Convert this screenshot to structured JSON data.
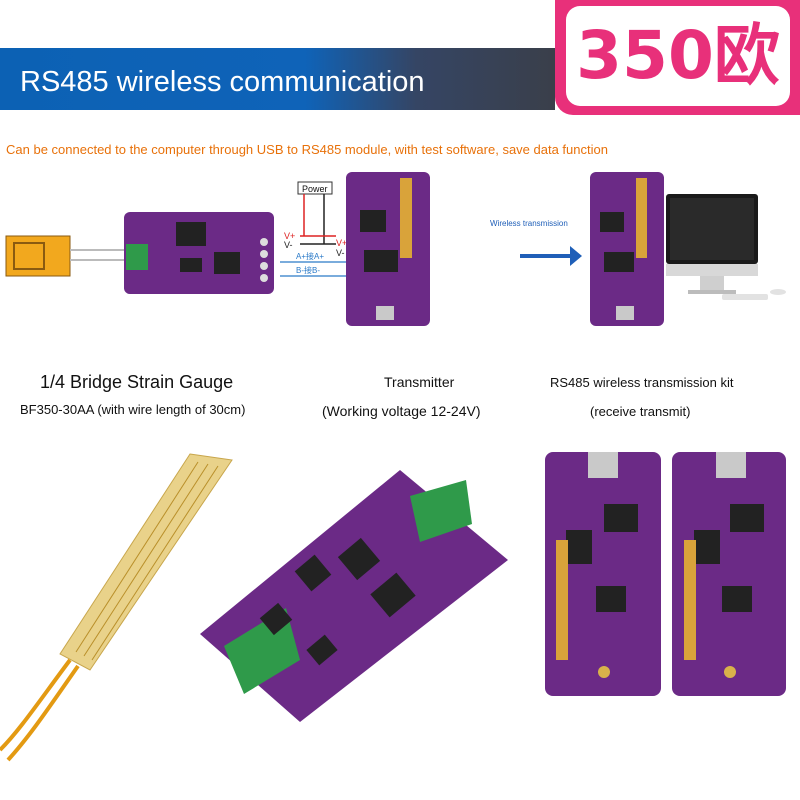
{
  "banner": {
    "title": "RS485 wireless communication"
  },
  "price_badge": {
    "text": "350欧"
  },
  "subtitle": "Can be connected to the computer through USB to RS485 module, with test software, save data function",
  "wiring": {
    "power_label": "Power",
    "v_plus": "V+",
    "v_minus": "V-",
    "a_label": "A+接A+",
    "b_label": "B-接B-",
    "wireless_label": "Wireless transmission"
  },
  "captions": {
    "gauge_title": "1/4 Bridge Strain Gauge",
    "gauge_sub": "BF350-30AA (with wire length of 30cm)",
    "transmitter_title": "Transmitter",
    "transmitter_sub": "(Working voltage 12-24V)",
    "kit_title": "RS485 wireless transmission kit",
    "kit_sub": "(receive transmit)"
  },
  "colors": {
    "brand_blue": "#0f63b8",
    "badge_pink": "#e8307a",
    "subtitle_orange": "#e8710a",
    "pcb_purple": "#6b2a86",
    "terminal_green": "#2f9a4a"
  }
}
